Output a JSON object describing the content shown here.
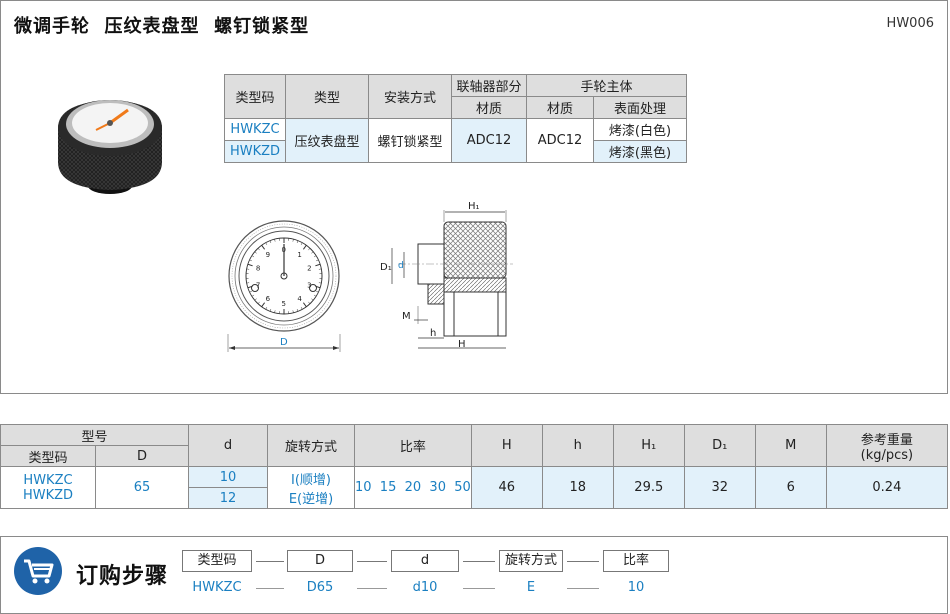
{
  "header": {
    "title": "微调手轮  压纹表盘型  螺钉锁紧型",
    "code": "HW006"
  },
  "spec_table": {
    "headers": {
      "type_code": "类型码",
      "type": "类型",
      "install": "安装方式",
      "coupling": "联轴器部分",
      "body": "手轮主体",
      "material1": "材质",
      "material2": "材质",
      "surface": "表面处理"
    },
    "rows": [
      {
        "code": "HWKZC",
        "surface": "烤漆(白色)"
      },
      {
        "code": "HWKZD",
        "surface": "烤漆(黑色)"
      }
    ],
    "type_value": "压纹表盘型",
    "install_value": "螺钉锁紧型",
    "coupling_material": "ADC12",
    "body_material": "ADC12"
  },
  "drawing": {
    "front_label_D": "D",
    "side_labels": {
      "H1": "H₁",
      "D1": "D₁",
      "d": "d",
      "M": "M",
      "h": "h",
      "H": "H"
    },
    "dial_numbers": [
      "0",
      "1",
      "2",
      "3",
      "4",
      "5",
      "6",
      "7",
      "8",
      "9"
    ]
  },
  "dim_table": {
    "headers": {
      "model": "型号",
      "type_code": "类型码",
      "D": "D",
      "d": "d",
      "rotation": "旋转方式",
      "ratio": "比率",
      "H": "H",
      "h": "h",
      "H1": "H₁",
      "D1": "D₁",
      "M": "M",
      "weight_l1": "参考重量",
      "weight_l2": "(kg/pcs)"
    },
    "row": {
      "codes": [
        "HWKZC",
        "HWKZD"
      ],
      "D": "65",
      "d_values": [
        "10",
        "12"
      ],
      "rotation": [
        "I(顺增)",
        "E(逆增)"
      ],
      "ratio": "10  15  20  30  50",
      "H": "46",
      "h": "18",
      "H1": "29.5",
      "D1": "32",
      "M": "6",
      "weight": "0.24"
    }
  },
  "order": {
    "title": "订购步骤",
    "steps": [
      {
        "label": "类型码",
        "value": "HWKZC"
      },
      {
        "label": "D",
        "value": "D65"
      },
      {
        "label": "d",
        "value": "d10"
      },
      {
        "label": "旋转方式",
        "value": "E"
      },
      {
        "label": "比率",
        "value": "10"
      }
    ]
  }
}
